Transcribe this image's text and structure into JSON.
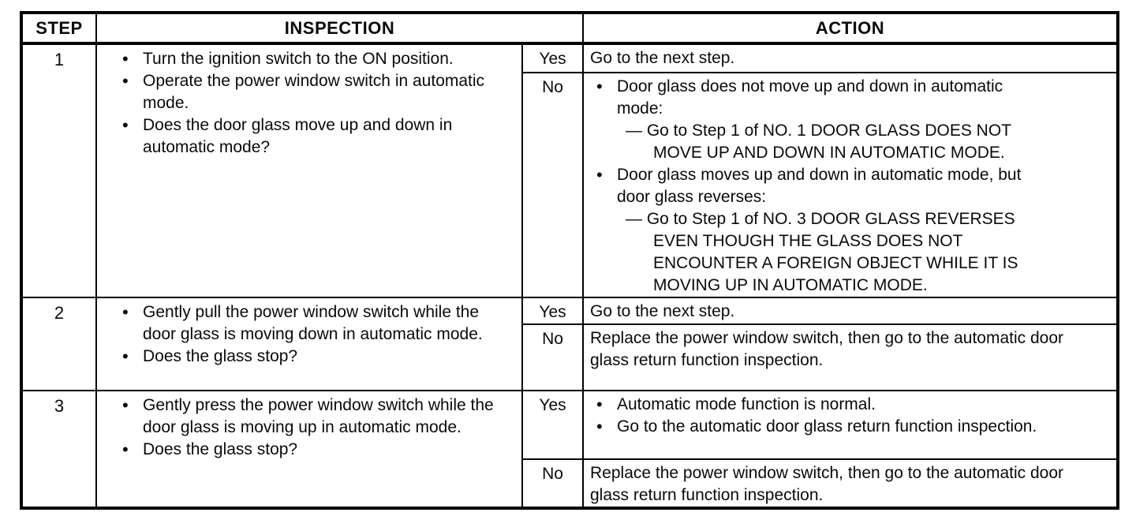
{
  "table": {
    "headers": {
      "step": "STEP",
      "inspection": "INSPECTION",
      "action": "ACTION"
    },
    "yes_label": "Yes",
    "no_label": "No",
    "steps": [
      {
        "number": "1",
        "inspection": [
          "Turn the ignition switch to the ON position.",
          "Operate the power window switch in automatic mode.",
          "Does the door glass move up and down in automatic mode?"
        ],
        "yes_action": "Go to the next step.",
        "no_items": [
          {
            "text": "Door glass does not move up and down in automatic mode:",
            "sub": "— Go to Step 1 of NO. 1 DOOR GLASS DOES NOT MOVE UP AND DOWN IN AUTOMATIC MODE."
          },
          {
            "text": "Door glass moves up and down in automatic mode, but door glass reverses:",
            "sub": "— Go to Step 1 of NO. 3 DOOR GLASS REVERSES EVEN THOUGH THE GLASS DOES NOT ENCOUNTER A FOREIGN OBJECT WHILE IT IS MOVING UP IN AUTOMATIC MODE."
          }
        ]
      },
      {
        "number": "2",
        "inspection": [
          "Gently pull the power window switch while the door glass is moving down in automatic mode.",
          "Does the glass stop?"
        ],
        "yes_action": "Go to the next step.",
        "no_action": "Replace the power window switch, then go to the automatic door glass return function inspection."
      },
      {
        "number": "3",
        "inspection": [
          "Gently press the power window switch while the door glass is moving up in automatic mode.",
          "Does the glass stop?"
        ],
        "yes_items": [
          {
            "text": "Automatic mode function is normal."
          },
          {
            "text": "Go to the automatic door glass return function inspection."
          }
        ],
        "no_action": "Replace the power window switch, then go to the automatic door glass return function inspection."
      }
    ]
  }
}
